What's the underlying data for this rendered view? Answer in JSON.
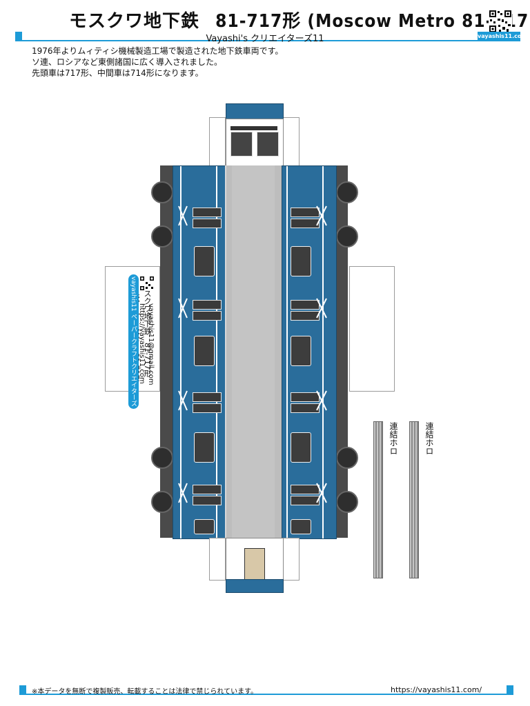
{
  "header": {
    "title_jp": "モスクワ地下鉄",
    "title_model": "81-717形",
    "title_en": "(Moscow Metro 81-717)",
    "subtitle": "Vayashi's クリエイターズ11",
    "site_badge": "vayashis11.com"
  },
  "description": {
    "line1": "1976年よりムィティシ機械製造工場で製造された地下鉄車両です。",
    "line2": "ソ連、ロシアなど東側諸国に広く導入されました。",
    "line3": "先頭車は717形、中間車は714形になります。"
  },
  "label_card": {
    "line1": "モスクワ地下鉄　81-717形",
    "line2": "(Moscow Metro 81-717)",
    "badge": "vayashis11 ペーパークラフトクリエイターズ",
    "url": "https://vayashis11.com",
    "email": "vayashis11@gmail.com"
  },
  "connector": {
    "label_left": "連結ホロ",
    "label_right": "連結ホロ"
  },
  "footer": {
    "note": "※本データを無断で複製販売、転載することは法律で禁じられています。",
    "url": "https://vayashis11.com/"
  },
  "colors": {
    "accent": "#1d9bd7",
    "car_body": "#2a6d9b",
    "roof": "#bdbdbd"
  }
}
